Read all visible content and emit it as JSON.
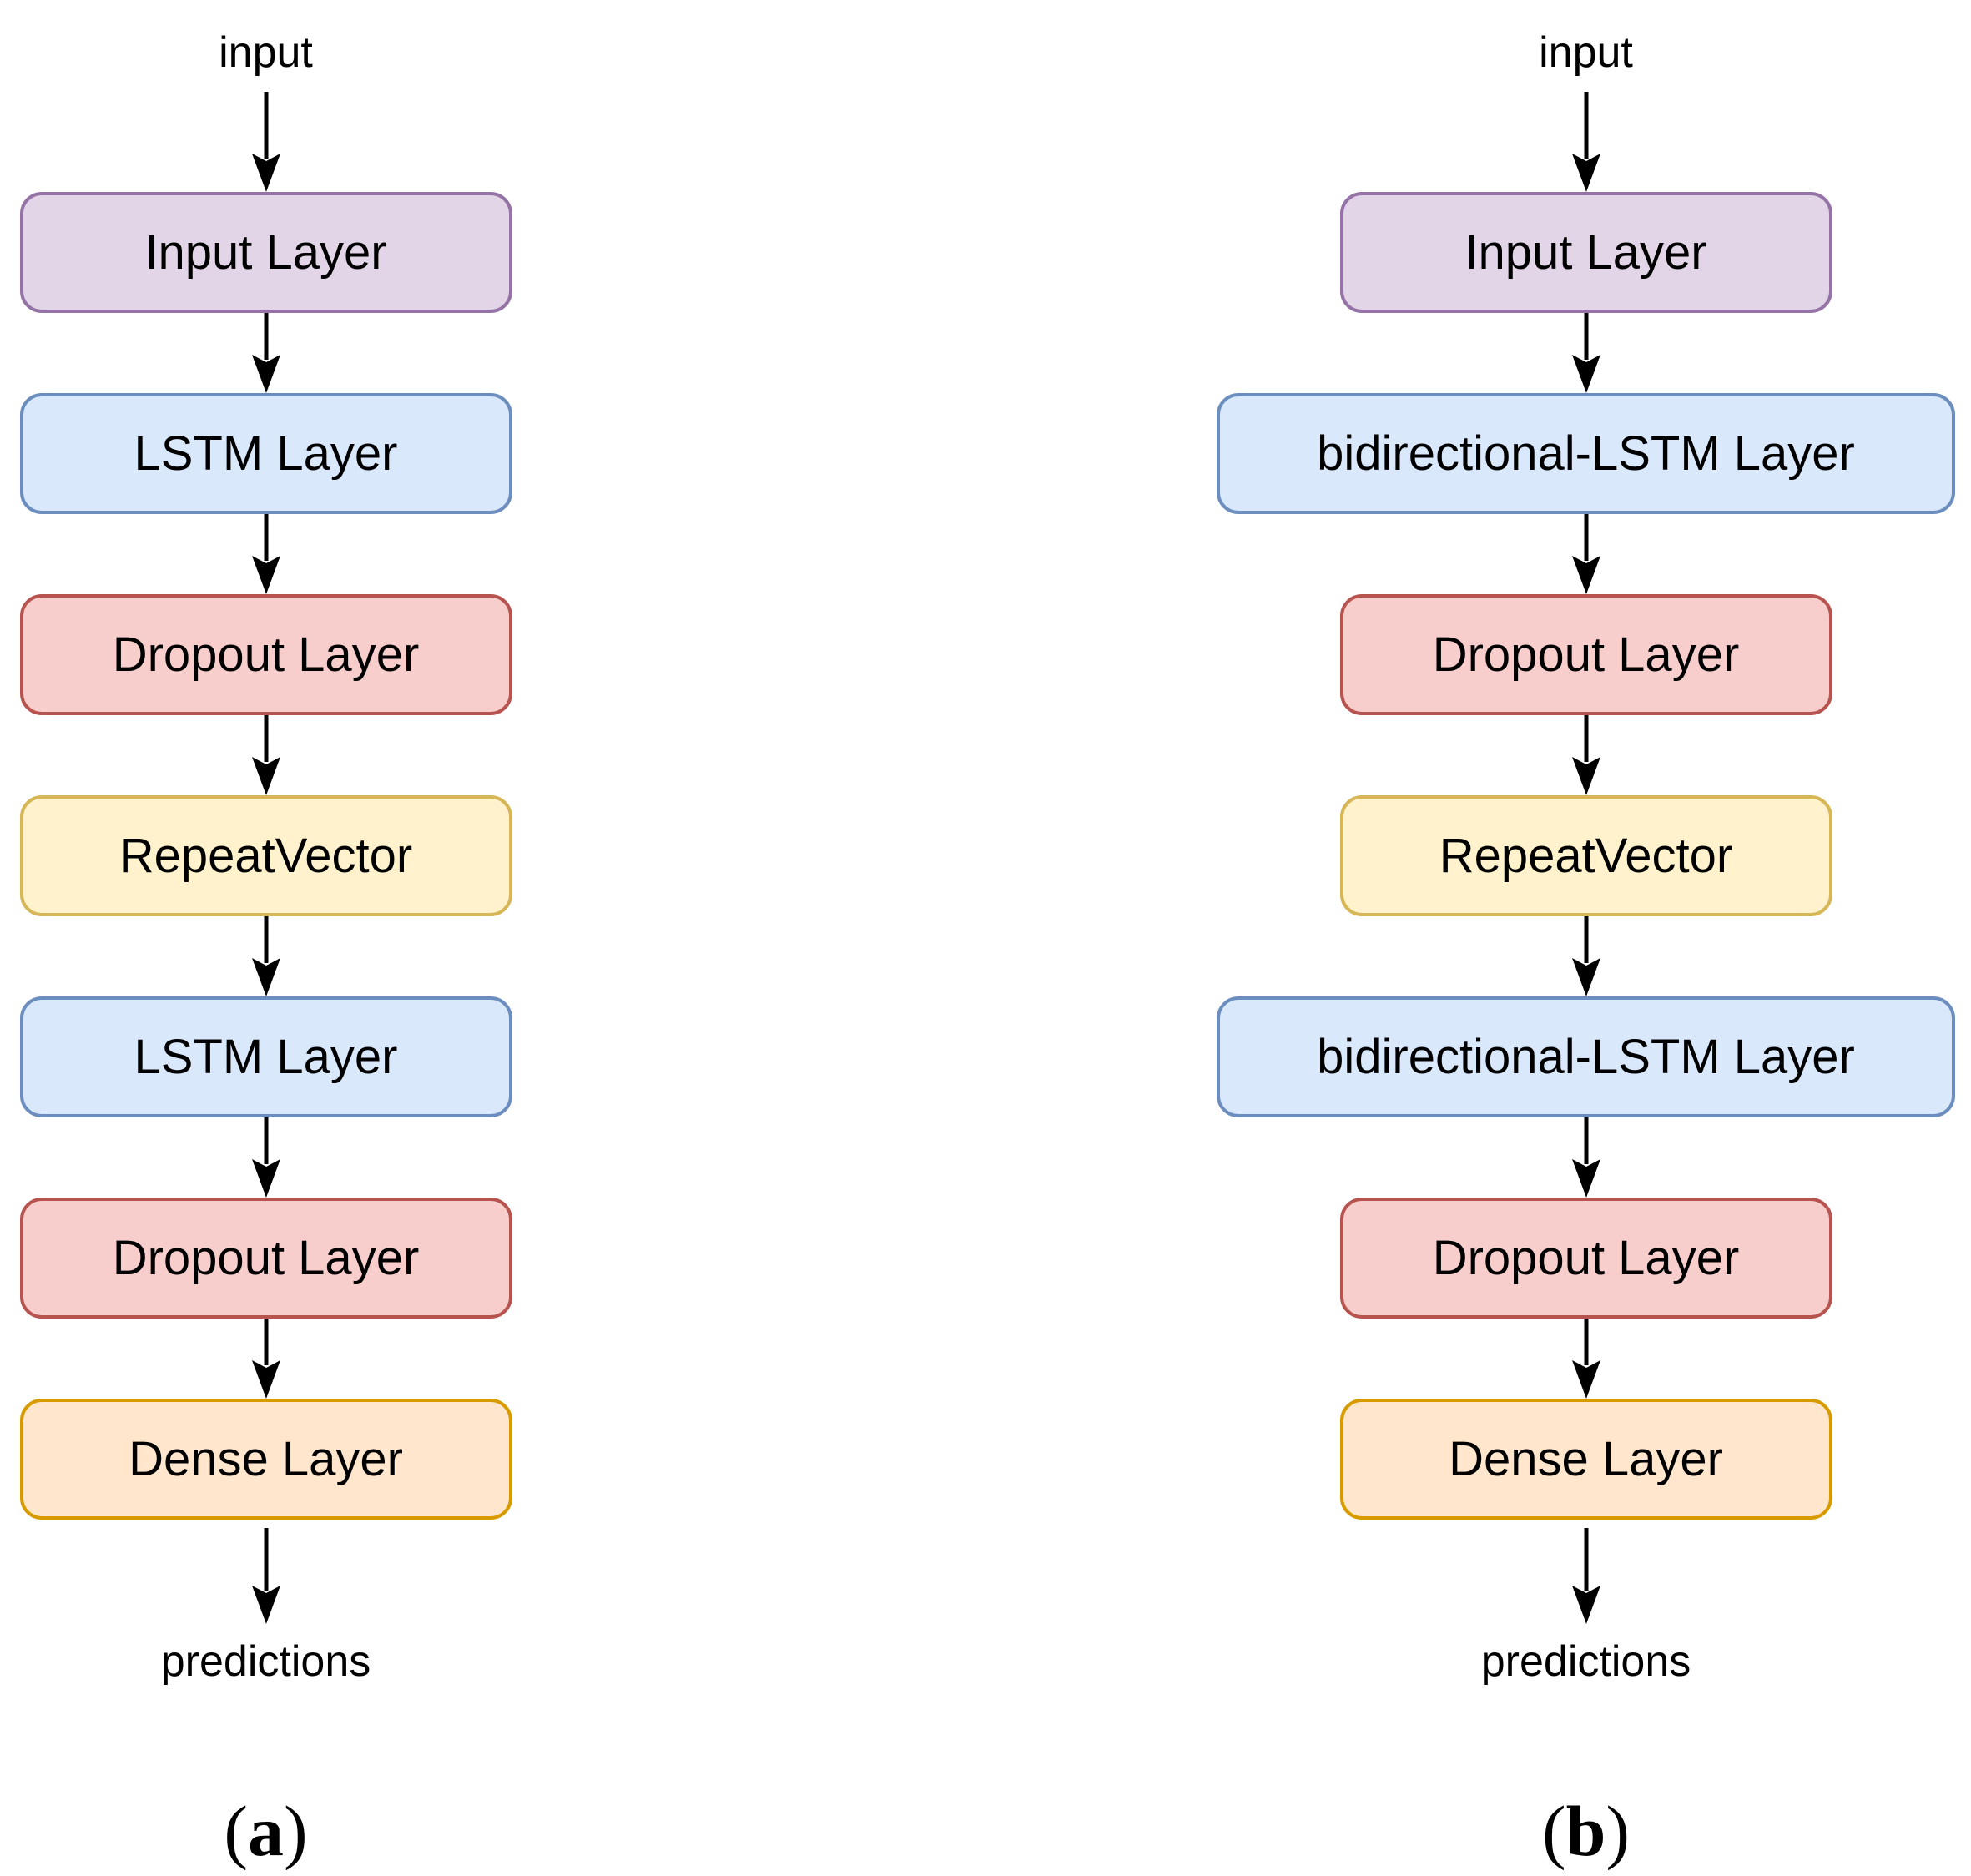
{
  "figure": {
    "background": "#FFFFFF",
    "text_color": "#000000",
    "arrow_color": "#000000",
    "palette": {
      "purple_fill": "#E1D5E7",
      "purple_border": "#9673A6",
      "blue_fill": "#DAE8FC",
      "blue_border": "#6C8EBF",
      "red_fill": "#F8CECC",
      "red_border": "#B85450",
      "yellow_fill": "#FFF2CC",
      "yellow_border": "#D6B656",
      "orange_fill": "#FFE6CC",
      "orange_border": "#D79B00"
    },
    "panels": [
      {
        "id": "a",
        "input_label": "input",
        "output_label": "predictions",
        "caption": {
          "open": "(",
          "letter": "a",
          "close": ")"
        },
        "layers": [
          {
            "label": "Input Layer",
            "fill": "#E1D5E7",
            "border": "#9673A6",
            "wide": false
          },
          {
            "label": "LSTM Layer",
            "fill": "#DAE8FC",
            "border": "#6C8EBF",
            "wide": false
          },
          {
            "label": "Dropout Layer",
            "fill": "#F8CECC",
            "border": "#B85450",
            "wide": false
          },
          {
            "label": "RepeatVector",
            "fill": "#FFF2CC",
            "border": "#D6B656",
            "wide": false
          },
          {
            "label": "LSTM Layer",
            "fill": "#DAE8FC",
            "border": "#6C8EBF",
            "wide": false
          },
          {
            "label": "Dropout Layer",
            "fill": "#F8CECC",
            "border": "#B85450",
            "wide": false
          },
          {
            "label": "Dense Layer",
            "fill": "#FFE6CC",
            "border": "#D79B00",
            "wide": false
          }
        ]
      },
      {
        "id": "b",
        "input_label": "input",
        "output_label": "predictions",
        "caption": {
          "open": "(",
          "letter": "b",
          "close": ")"
        },
        "layers": [
          {
            "label": "Input Layer",
            "fill": "#E1D5E7",
            "border": "#9673A6",
            "wide": false
          },
          {
            "label": "bidirectional-LSTM Layer",
            "fill": "#DAE8FC",
            "border": "#6C8EBF",
            "wide": true
          },
          {
            "label": "Dropout Layer",
            "fill": "#F8CECC",
            "border": "#B85450",
            "wide": false
          },
          {
            "label": "RepeatVector",
            "fill": "#FFF2CC",
            "border": "#D6B656",
            "wide": false
          },
          {
            "label": "bidirectional-LSTM Layer",
            "fill": "#DAE8FC",
            "border": "#6C8EBF",
            "wide": true
          },
          {
            "label": "Dropout Layer",
            "fill": "#F8CECC",
            "border": "#B85450",
            "wide": false
          },
          {
            "label": "Dense Layer",
            "fill": "#FFE6CC",
            "border": "#D79B00",
            "wide": false
          }
        ]
      }
    ]
  }
}
